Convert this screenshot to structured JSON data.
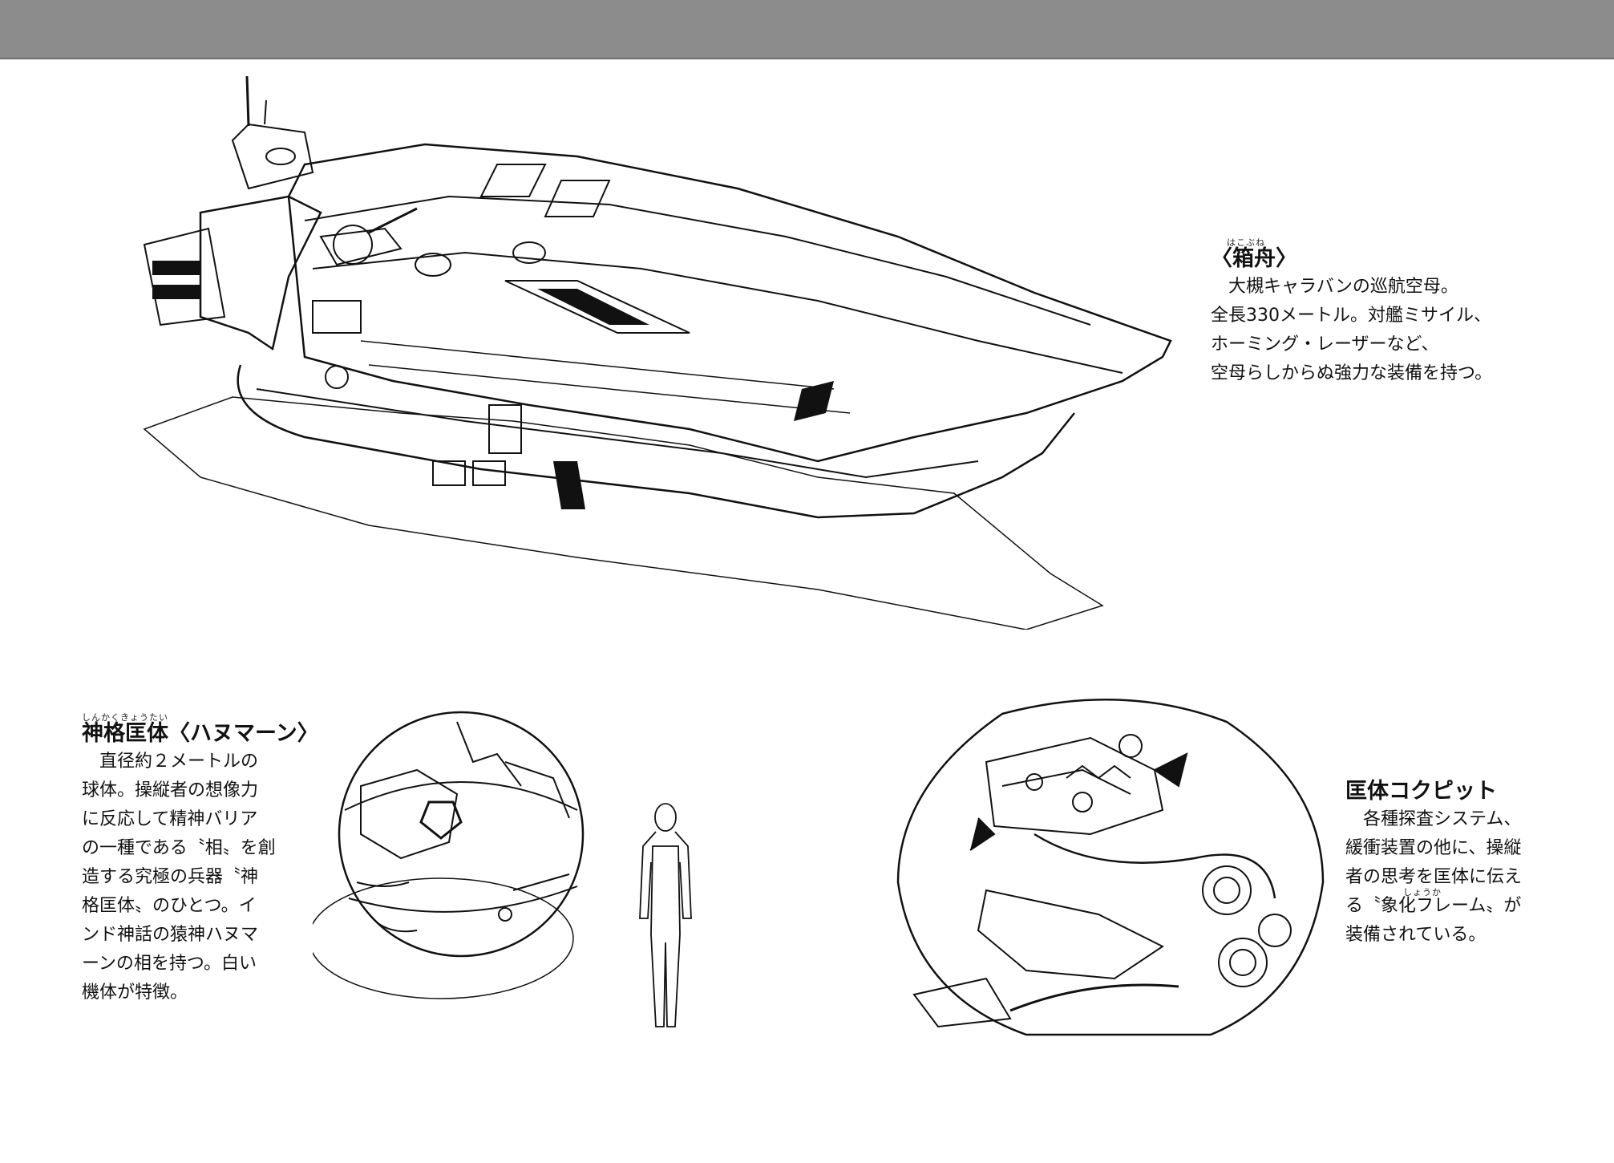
{
  "ark": {
    "ruby": "はこぶね",
    "title": "〈箱舟〉",
    "lines": [
      "大槻キャラバンの巡航空母。",
      "全長330メートル。対艦ミサイル、",
      "ホーミング・レーザーなど、",
      "空母らしからぬ強力な装備を持つ。"
    ]
  },
  "hanuman": {
    "ruby": "しんかくきょうたい",
    "title": "神格匡体〈ハヌマーン〉",
    "lines": [
      "直径約２メートルの",
      "球体。操縦者の想像力",
      "に反応して精神バリア",
      "の一種である〝相〟を創",
      "造する究極の兵器〝神",
      "格匡体〟のひとつ。イ",
      "ンド神話の猿神ハヌマ",
      "ーンの相を持つ。白い",
      "機体が特徴。"
    ]
  },
  "cockpit": {
    "ruby": "しょうか",
    "title": "匡体コクピット",
    "lines": [
      "各種探査システム、",
      "緩衝装置の他に、操縦",
      "者の思考を匡体に伝え",
      "る〝象化フレーム〟が",
      "装備されている。"
    ]
  },
  "colors": {
    "header_bar": "#8c8c8c",
    "ink": "#111111",
    "paper": "#ffffff"
  }
}
